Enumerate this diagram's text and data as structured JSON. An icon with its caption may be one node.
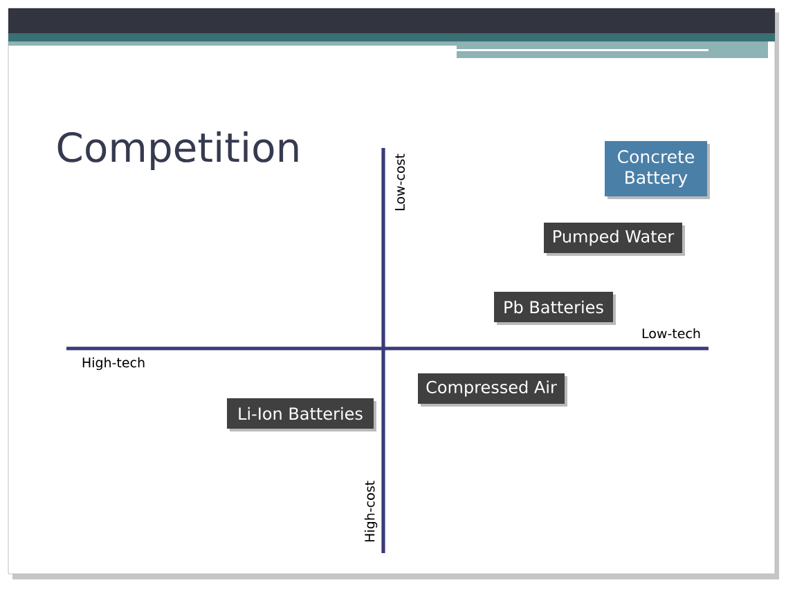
{
  "diagram": {
    "title": "Competition",
    "nodes": [
      {
        "text": [
          "Concrete Battery"
        ]
      },
      {
        "text": [
          "Pumped Water"
        ]
      },
      {
        "text": [
          "Pb Batteries"
        ]
      },
      {
        "text": [
          "Compressed Air"
        ]
      },
      {
        "text": [
          "Li-Ion Batteries"
        ]
      }
    ],
    "labels": [
      "Low-cost",
      "Low-tech",
      "High-tech",
      "High-cost"
    ]
  }
}
